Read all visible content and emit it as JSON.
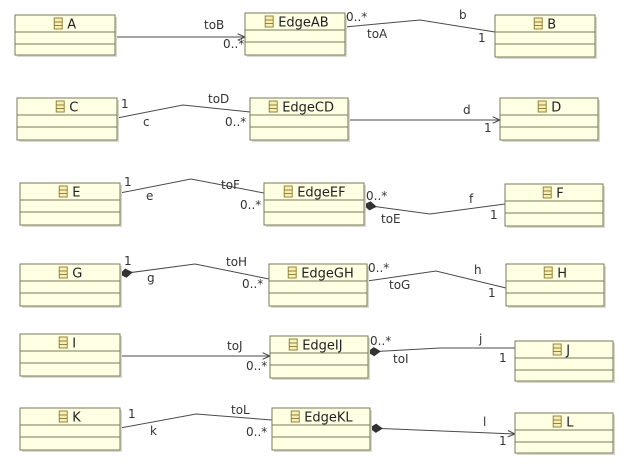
{
  "classes": [
    {
      "id": "A",
      "name": "A"
    },
    {
      "id": "EdgeAB",
      "name": "EdgeAB"
    },
    {
      "id": "B",
      "name": "B"
    },
    {
      "id": "C",
      "name": "C"
    },
    {
      "id": "EdgeCD",
      "name": "EdgeCD"
    },
    {
      "id": "D",
      "name": "D"
    },
    {
      "id": "E",
      "name": "E"
    },
    {
      "id": "EdgeEF",
      "name": "EdgeEF"
    },
    {
      "id": "F",
      "name": "F"
    },
    {
      "id": "G",
      "name": "G"
    },
    {
      "id": "EdgeGH",
      "name": "EdgeGH"
    },
    {
      "id": "H",
      "name": "H"
    },
    {
      "id": "I",
      "name": "I"
    },
    {
      "id": "EdgeIJ",
      "name": "EdgeIJ"
    },
    {
      "id": "J",
      "name": "J"
    },
    {
      "id": "K",
      "name": "K"
    },
    {
      "id": "EdgeKL",
      "name": "EdgeKL"
    },
    {
      "id": "L",
      "name": "L"
    }
  ],
  "associations": [
    {
      "id": "a-toB",
      "from": "A",
      "to": "EdgeAB",
      "target_role": "toB",
      "target_mult": "0..*",
      "source_role": "",
      "source_mult": "",
      "navigable_to_target": true,
      "composite_at_source": false
    },
    {
      "id": "edgeab-b",
      "from": "EdgeAB",
      "to": "B",
      "target_role": "b",
      "target_mult": "1",
      "source_role": "toA",
      "source_mult": "0..*",
      "navigable_to_target": false,
      "composite_at_source": false
    },
    {
      "id": "c-toD",
      "from": "C",
      "to": "EdgeCD",
      "target_role": "toD",
      "target_mult": "0..*",
      "source_role": "c",
      "source_mult": "1",
      "navigable_to_target": false,
      "composite_at_source": false
    },
    {
      "id": "edgecd-d",
      "from": "EdgeCD",
      "to": "D",
      "target_role": "d",
      "target_mult": "1",
      "source_role": "",
      "source_mult": "",
      "navigable_to_target": true,
      "composite_at_source": false
    },
    {
      "id": "e-toF",
      "from": "E",
      "to": "EdgeEF",
      "target_role": "toF",
      "target_mult": "0..*",
      "source_role": "e",
      "source_mult": "1",
      "navigable_to_target": false,
      "composite_at_source": false
    },
    {
      "id": "edgeef-f",
      "from": "EdgeEF",
      "to": "F",
      "target_role": "f",
      "target_mult": "1",
      "source_role": "toE",
      "source_mult": "0..*",
      "navigable_to_target": false,
      "composite_at_source": true
    },
    {
      "id": "g-toH",
      "from": "G",
      "to": "EdgeGH",
      "target_role": "toH",
      "target_mult": "0..*",
      "source_role": "g",
      "source_mult": "1",
      "navigable_to_target": false,
      "composite_at_source": true
    },
    {
      "id": "edgegh-h",
      "from": "EdgeGH",
      "to": "H",
      "target_role": "h",
      "target_mult": "1",
      "source_role": "toG",
      "source_mult": "0..*",
      "navigable_to_target": false,
      "composite_at_source": false
    },
    {
      "id": "i-toJ",
      "from": "I",
      "to": "EdgeIJ",
      "target_role": "toJ",
      "target_mult": "0..*",
      "source_role": "",
      "source_mult": "",
      "navigable_to_target": true,
      "composite_at_source": false
    },
    {
      "id": "edgeij-j",
      "from": "EdgeIJ",
      "to": "J",
      "target_role": "j",
      "target_mult": "1",
      "source_role": "toI",
      "source_mult": "0..*",
      "navigable_to_target": false,
      "composite_at_source": true
    },
    {
      "id": "k-toL",
      "from": "K",
      "to": "EdgeKL",
      "target_role": "toL",
      "target_mult": "0..*",
      "source_role": "k",
      "source_mult": "1",
      "navigable_to_target": false,
      "composite_at_source": false
    },
    {
      "id": "edgekl-l",
      "from": "EdgeKL",
      "to": "L",
      "target_role": "l",
      "target_mult": "1",
      "source_role": "",
      "source_mult": "",
      "navigable_to_target": true,
      "composite_at_source": true
    }
  ],
  "colors": {
    "class_fill": "#ffffe3",
    "class_border": "#7a7a5a",
    "line": "#4a4a4a",
    "text": "#222222"
  },
  "icons": {
    "class_icon": "class-icon"
  }
}
